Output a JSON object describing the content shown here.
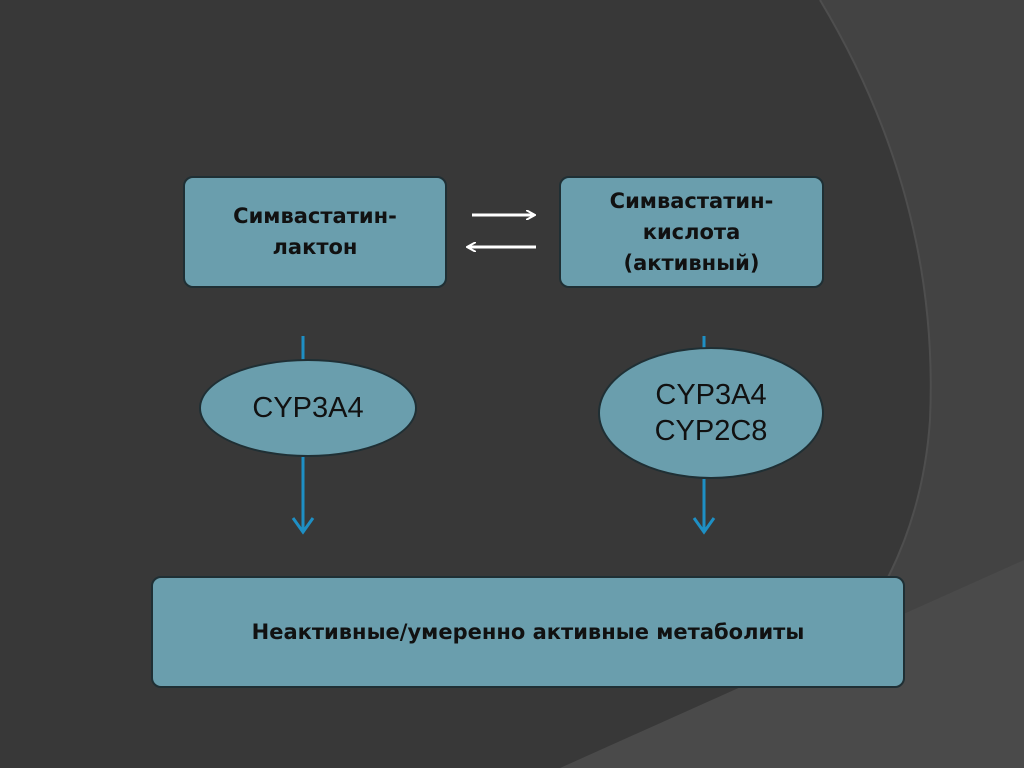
{
  "colors": {
    "background": "#383838",
    "panel": "#434343",
    "box_fill": "#6a9ead",
    "box_border": "#1f2f34",
    "arrow_blue": "#1e8fc4",
    "equilibrium_arrow": "#ffffff",
    "text": "#111111"
  },
  "nodes": {
    "lactone": "Симвастатин-\nлактон",
    "acid": "Симвастатин-\nкислота\n(активный)",
    "metabolites": "Неактивные/умеренно активные метаболиты"
  },
  "enzymes": {
    "left": [
      "CYP3A4"
    ],
    "right": [
      "CYP3A4",
      "CYP2C8"
    ]
  }
}
